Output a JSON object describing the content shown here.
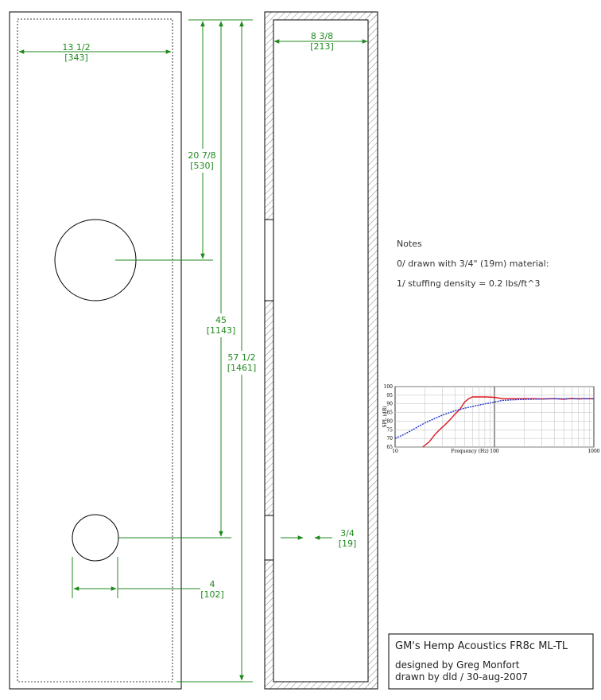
{
  "colors": {
    "outline": "#000000",
    "dimension": "#1f8a1f",
    "hatch": "#888888",
    "driver_curve": "#e0141e",
    "model_curve": "#1a2fcc",
    "text": "#333333"
  },
  "dimensions": {
    "front_width": {
      "value": "13 1/2",
      "metric": "[343]"
    },
    "side_depth": {
      "value": "8 3/8",
      "metric": "[213]"
    },
    "driver_height": {
      "value": "20 7/8",
      "metric": "[530]"
    },
    "port_height": {
      "value": "45",
      "metric": "[1143]"
    },
    "cabinet_height": {
      "value": "57 1/2",
      "metric": "[1461]"
    },
    "port_diameter": {
      "value": "4",
      "metric": "[102]"
    },
    "material_thickness": {
      "value": "3/4",
      "metric": "[19]"
    }
  },
  "notes": {
    "heading": "Notes",
    "line0": "0/ drawn with 3/4\" (19m) material:",
    "line1": "1/ stuffing density = 0.2 lbs/ft^3"
  },
  "chart_data": {
    "type": "line",
    "xlabel": "Frequency (Hz)",
    "ylabel": "SPL (dB)",
    "xscale": "log",
    "xlim": [
      10,
      1000
    ],
    "ylim": [
      65,
      100
    ],
    "x_ticks": [
      "10",
      "100",
      "1000"
    ],
    "y_ticks": [
      "100",
      "95",
      "90",
      "85",
      "80",
      "75",
      "70",
      "65"
    ],
    "grid": true,
    "series": [
      {
        "color": "#e0141e",
        "x": [
          19,
          22,
          25,
          28,
          32,
          36,
          40,
          45,
          50,
          55,
          60,
          70,
          80,
          100,
          120,
          150,
          200,
          250,
          300,
          400,
          500,
          600,
          700,
          800,
          1000
        ],
        "y": [
          65,
          68,
          72,
          75,
          78,
          81,
          84,
          87,
          91,
          93,
          94,
          94,
          94,
          93.8,
          93,
          93,
          93,
          93,
          92.8,
          93,
          92.7,
          93.2,
          92.8,
          93,
          92.9
        ]
      },
      {
        "color": "#1a2fcc",
        "x": [
          10,
          12,
          15,
          20,
          25,
          30,
          40,
          50,
          60,
          80,
          100,
          120,
          150,
          200,
          300,
          400,
          500,
          700,
          1000
        ],
        "y": [
          70,
          72,
          75,
          79,
          81.5,
          83.5,
          86,
          87.5,
          88.5,
          90,
          91,
          92,
          92.3,
          92.6,
          92.8,
          93,
          92.9,
          93,
          93
        ]
      }
    ]
  },
  "title_block": {
    "title": "GM's Hemp Acoustics FR8c ML-TL",
    "designer": "designed by Greg Monfort",
    "drawn": "drawn by dld / 30-aug-2007"
  }
}
